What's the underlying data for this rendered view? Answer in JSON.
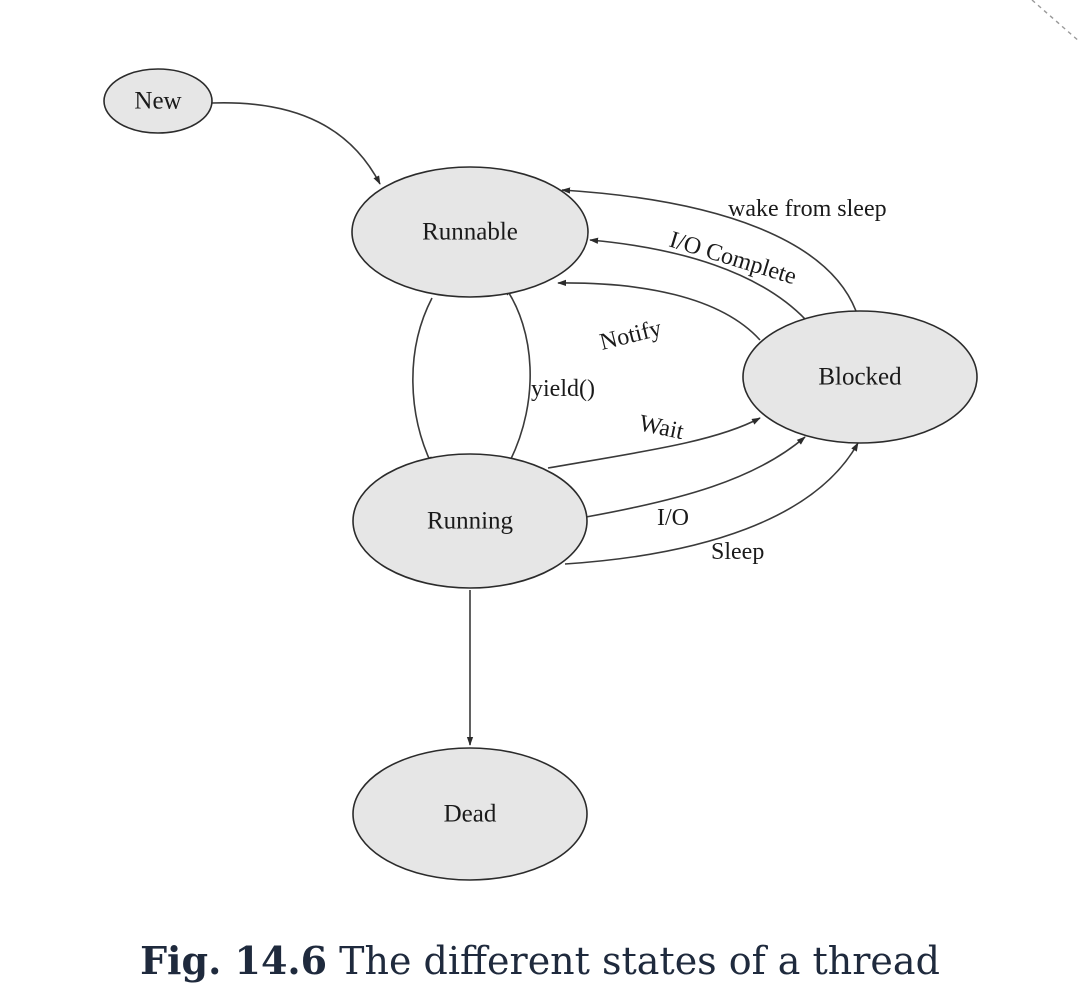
{
  "diagram": {
    "states": {
      "new": "New",
      "runnable": "Runnable",
      "blocked": "Blocked",
      "running": "Running",
      "dead": "Dead"
    },
    "transitions": {
      "wake_from_sleep": "wake from sleep",
      "io_complete": "I/O Complete",
      "notify": "Notify",
      "yield": "yield()",
      "wait": "Wait",
      "io": "I/O",
      "sleep": "Sleep"
    },
    "colors": {
      "state_fill": "#e6e6e6",
      "stroke": "#2b2b2b",
      "caption_text": "#1f2a3d"
    }
  },
  "caption": {
    "label": "Fig. 14.6",
    "text": "The different states of a thread"
  }
}
